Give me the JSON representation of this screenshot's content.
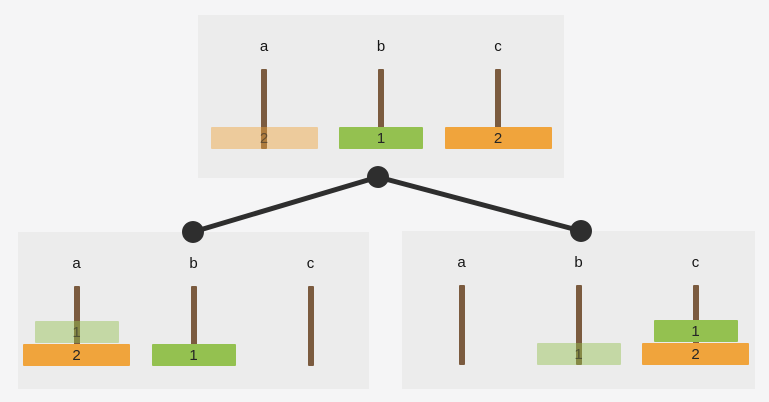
{
  "diagram": {
    "title": "tower-of-hanoi-state-tree",
    "node_count": 3,
    "edge_count": 2
  },
  "colors": {
    "page_bg": "#f5f5f6",
    "panel_bg": "#ececec",
    "disk_orange": "#f0a43c",
    "disk_green": "#94c150",
    "pole_brown": "#7b5b3f",
    "edge_dark": "#2e2e2e"
  },
  "tree": {
    "root": {
      "pegs": [
        {
          "label": "a",
          "disks": [
            {
              "value": "2",
              "size": 2,
              "color": "orange",
              "ghost": true
            }
          ]
        },
        {
          "label": "b",
          "disks": [
            {
              "value": "1",
              "size": 1,
              "color": "green",
              "ghost": false
            }
          ]
        },
        {
          "label": "c",
          "disks": [
            {
              "value": "2",
              "size": 2,
              "color": "orange",
              "ghost": false
            }
          ]
        }
      ]
    },
    "children": [
      {
        "pegs": [
          {
            "label": "a",
            "disks": [
              {
                "value": "2",
                "size": 2,
                "color": "orange",
                "ghost": false
              },
              {
                "value": "1",
                "size": 1,
                "color": "green",
                "ghost": true
              }
            ]
          },
          {
            "label": "b",
            "disks": [
              {
                "value": "1",
                "size": 1,
                "color": "green",
                "ghost": false
              }
            ]
          },
          {
            "label": "c",
            "disks": []
          }
        ]
      },
      {
        "pegs": [
          {
            "label": "a",
            "disks": []
          },
          {
            "label": "b",
            "disks": [
              {
                "value": "1",
                "size": 1,
                "color": "green",
                "ghost": true
              }
            ]
          },
          {
            "label": "c",
            "disks": [
              {
                "value": "2",
                "size": 2,
                "color": "orange",
                "ghost": false
              },
              {
                "value": "1",
                "size": 1,
                "color": "green",
                "ghost": false
              }
            ]
          }
        ]
      }
    ]
  }
}
